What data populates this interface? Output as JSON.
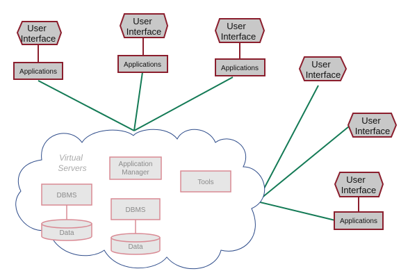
{
  "colors": {
    "connector": "#137a55",
    "border": "#8b1e2d",
    "fill": "#c8c8c8",
    "inner_border": "#d98a94",
    "inner_fill": "#e6e6e6",
    "cloud_stroke": "#2e4c8a"
  },
  "clients": [
    {
      "ui_line1": "User",
      "ui_line2": "Interface",
      "app": "Applications"
    },
    {
      "ui_line1": "User",
      "ui_line2": "Interface",
      "app": "Applications"
    },
    {
      "ui_line1": "User",
      "ui_line2": "Interface",
      "app": "Applications"
    },
    {
      "ui_line1": "User",
      "ui_line2": "Interface",
      "app": "Applications"
    },
    {
      "ui_line1": "User",
      "ui_line2": "Interface"
    },
    {
      "ui_line1": "User",
      "ui_line2": "Interface"
    }
  ],
  "cloud": {
    "virtual_line1": "Virtual",
    "virtual_line2": "Servers",
    "app_manager_line1": "Application",
    "app_manager_line2": "Manager",
    "tools": "Tools",
    "dbms_left": "DBMS",
    "dbms_center": "DBMS",
    "data_left": "Data",
    "data_center": "Data"
  }
}
